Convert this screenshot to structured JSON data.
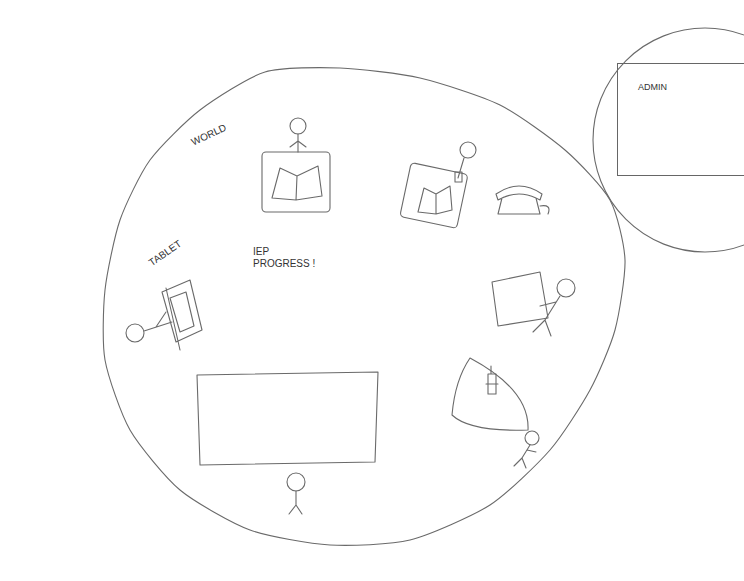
{
  "diagram": {
    "nodes": [
      {
        "text": [
          "WORLD"
        ]
      },
      {
        "text": [
          "ADMIN"
        ]
      }
    ],
    "labels": [
      "TABLET",
      "IEP PROGRESS !"
    ]
  }
}
